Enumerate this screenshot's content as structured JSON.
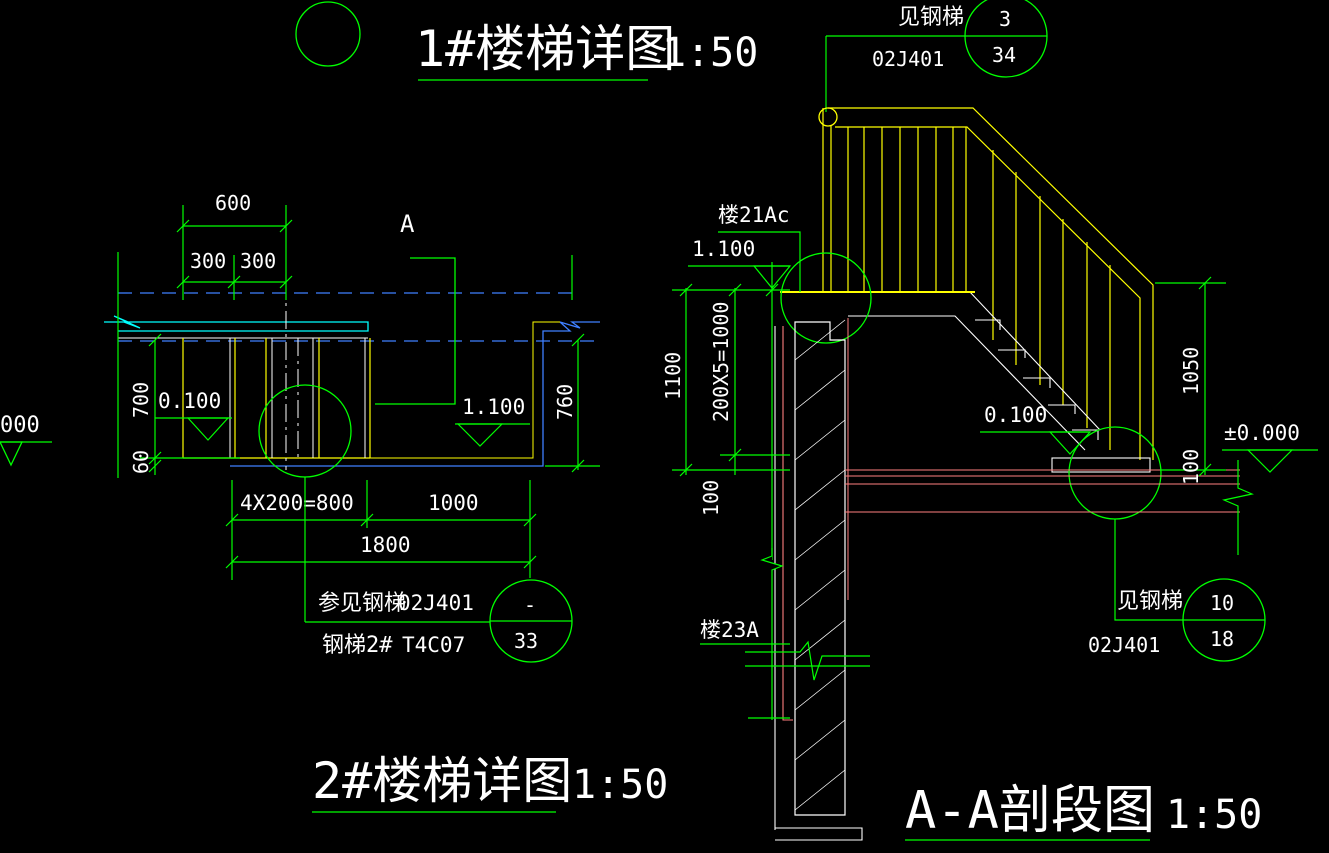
{
  "titles": {
    "t1_main": "1#楼梯详图",
    "t1_scale": "1:50",
    "t2_main": "2#楼梯详图",
    "t2_scale": "1:50",
    "t3_main": "A-A剖段图",
    "t3_scale": "1:50"
  },
  "plan": {
    "dim_top": "600",
    "dim_300a": "300",
    "dim_300b": "300",
    "section_mark": "A",
    "dim_700": "700",
    "dim_60": "60",
    "dim_760": "760",
    "elev_low": "0.100",
    "elev_high": "1.100",
    "dim_steps": "4X200=800",
    "dim_1000": "1000",
    "dim_total": "1800",
    "ref_label": "参见钢梯",
    "ref_code": "02J401",
    "ref_stair": "钢梯2#",
    "ref_type": "T4C07",
    "ref_top": "-",
    "ref_bottom": "33",
    "left_elev": "000"
  },
  "section": {
    "top_label": "见钢梯",
    "top_code": "02J401",
    "top_num": "3",
    "top_den": "34",
    "floor_tag": "楼21Ac",
    "elev_top": "1.100",
    "dim_1100": "1100",
    "dim_200x5": "200X5=1000",
    "dim_100_left": "100",
    "wall_tag": "楼23A",
    "elev_mid": "0.100",
    "elev_ground": "±0.000",
    "dim_1050": "1050",
    "dim_100_right": "100",
    "bot_label": "见钢梯",
    "bot_code": "02J401",
    "bot_num": "10",
    "bot_den": "18"
  },
  "colors": {
    "text": "#ffffff",
    "dim": "#00ff00",
    "rail": "#ffff00",
    "hidden": "#3f7fff",
    "slab": "#ff7f7f",
    "bg": "#000000"
  }
}
